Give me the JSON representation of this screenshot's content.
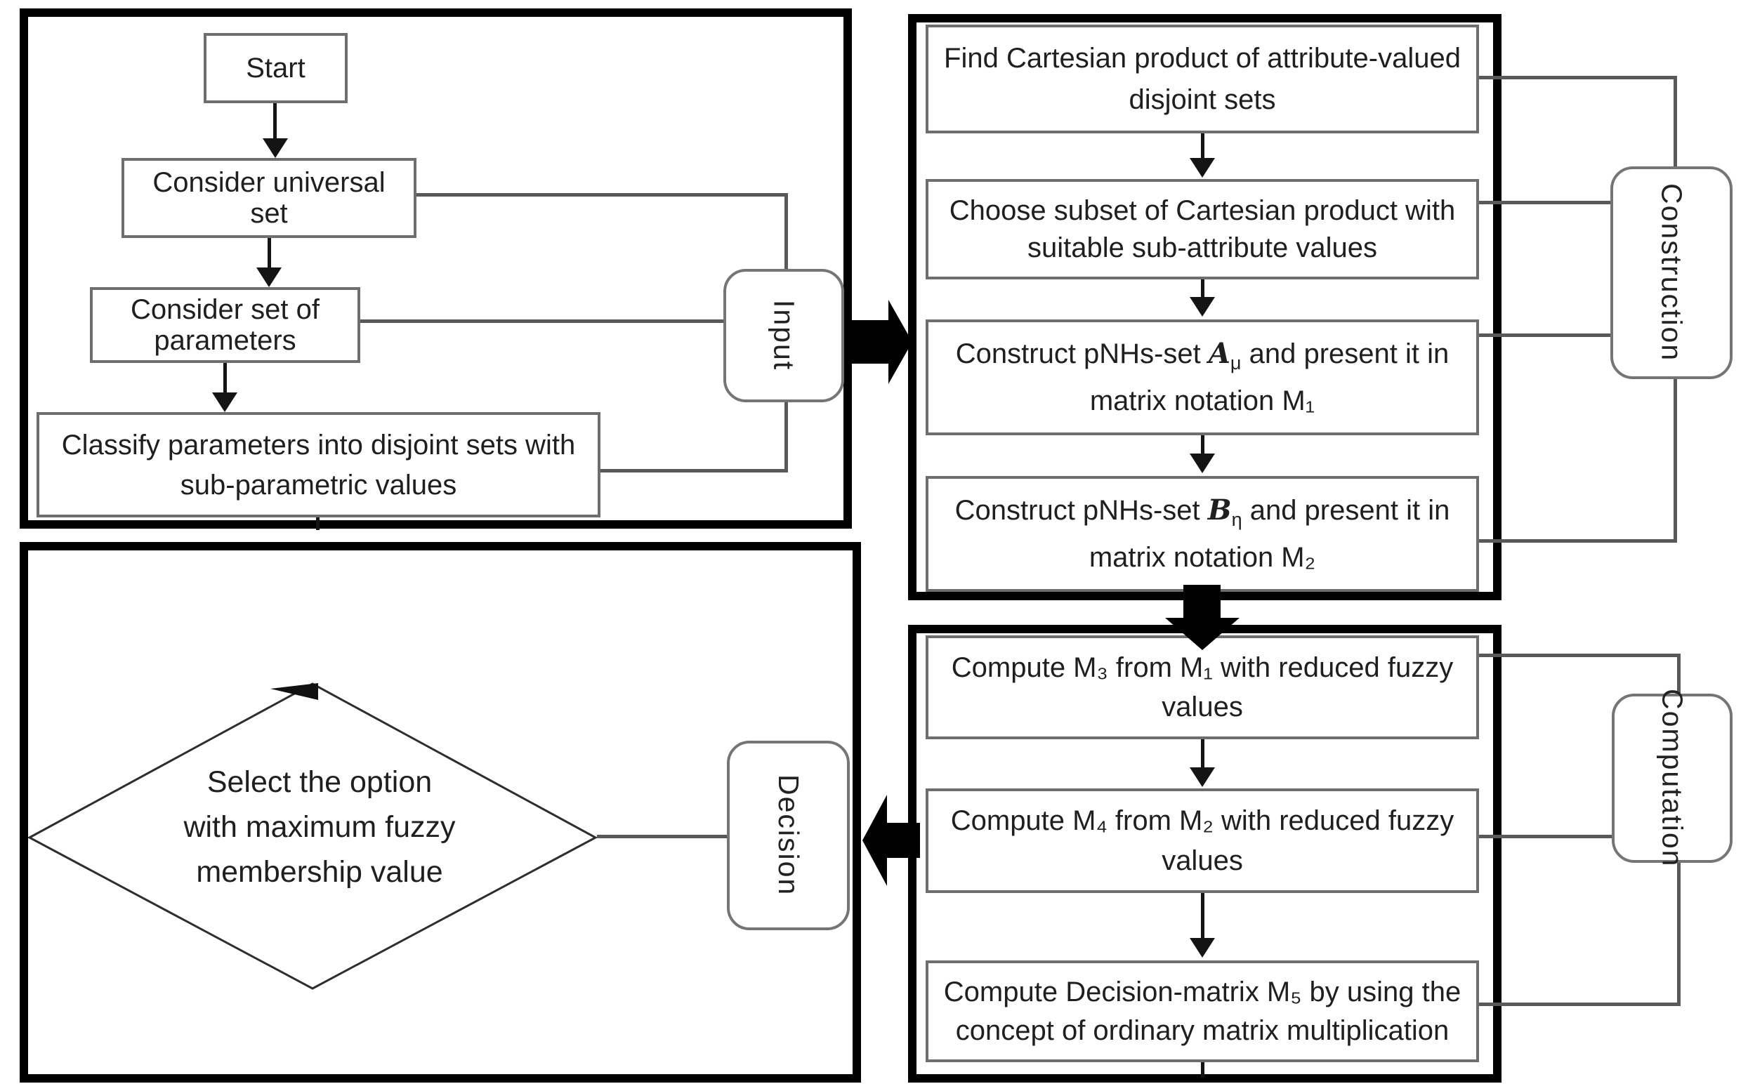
{
  "figure": {
    "type": "flowchart",
    "description": "Four-stage flowchart: Input, Construction, Computation, Decision"
  },
  "colors": {
    "panel_border": "#000000",
    "box_border": "#6e6e6e",
    "label_border": "#757575",
    "connector": "#595959",
    "arrow_fill": "#000000",
    "text": "#1f1f1f",
    "background": "#ffffff"
  },
  "stages": {
    "input": {
      "label": "Input",
      "start": "Start",
      "universal_set": "Consider universal set",
      "parameter_set": "Consider set of parameters",
      "classify_line1": "Classify parameters into disjoint sets with",
      "classify_line2": "sub-parametric values"
    },
    "construction": {
      "label": "Construction",
      "cartesian_line1": "Find Cartesian product of attribute-valued",
      "cartesian_line2": "disjoint sets",
      "subset_line1": "Choose subset of Cartesian product with",
      "subset_line2": "suitable sub-attribute values",
      "construct_a_pre": "Construct pNHs-set ",
      "construct_a_symbol": "A",
      "construct_a_subscript": "μ",
      "construct_a_post": " and present it in",
      "construct_a_line2": "matrix notation M₁",
      "construct_b_pre": "Construct pNHs-set ",
      "construct_b_symbol": "B",
      "construct_b_subscript": "η",
      "construct_b_post": " and present it in",
      "construct_b_line2": "matrix notation M₂"
    },
    "computation": {
      "label": "Computation",
      "m3_line1": "Compute M₃ from M₁ with reduced fuzzy",
      "m3_line2": "values",
      "m4_line1": "Compute M₄ from M₂ with reduced fuzzy",
      "m4_line2": "values",
      "m5_line1": "Compute Decision-matrix M₅ by using the",
      "m5_line2": "concept of ordinary matrix multiplication"
    },
    "decision": {
      "label": "Decision",
      "diamond_line1": "Select the option",
      "diamond_line2": "with maximum fuzzy",
      "diamond_line3": "membership value"
    }
  }
}
